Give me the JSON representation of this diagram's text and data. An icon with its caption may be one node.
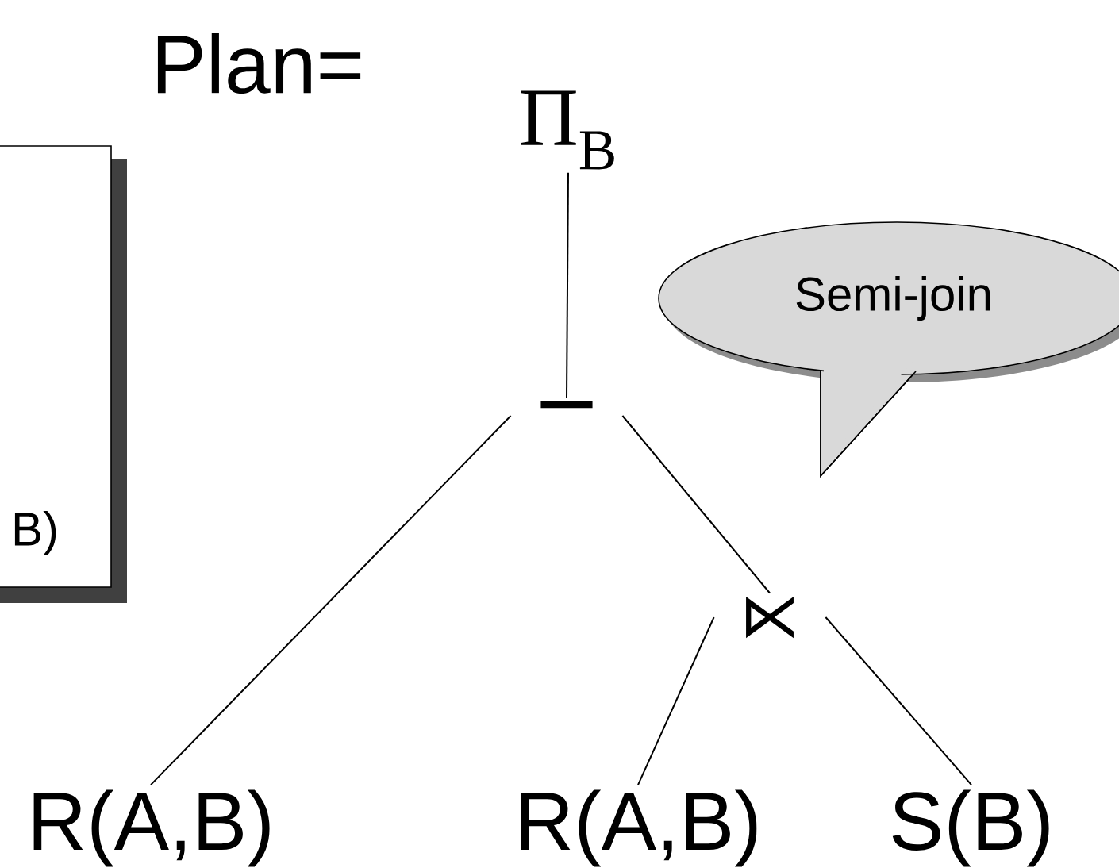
{
  "diagram": {
    "nodes": [
      {
        "text": [
          "Π$_{B}$"
        ]
      },
      {
        "text": [
          "−"
        ]
      },
      {
        "text": [
          "⋉"
        ]
      },
      {
        "text": [
          "R(A,B)"
        ]
      },
      {
        "text": [
          "R(A,B)"
        ]
      },
      {
        "text": [
          "S(B)"
        ]
      },
      {
        "text": [
          "Semi-join"
        ]
      },
      {
        "text": [
          "B)"
        ]
      }
    ],
    "edges": [
      {
        "from": 0,
        "to": 1,
        "arrow": "none"
      },
      {
        "from": 1,
        "to": 3,
        "arrow": "none"
      },
      {
        "from": 1,
        "to": 2,
        "arrow": "none"
      },
      {
        "from": 2,
        "to": 4,
        "arrow": "none"
      },
      {
        "from": 2,
        "to": 5,
        "arrow": "none"
      }
    ],
    "labels": [
      "Plan="
    ]
  }
}
